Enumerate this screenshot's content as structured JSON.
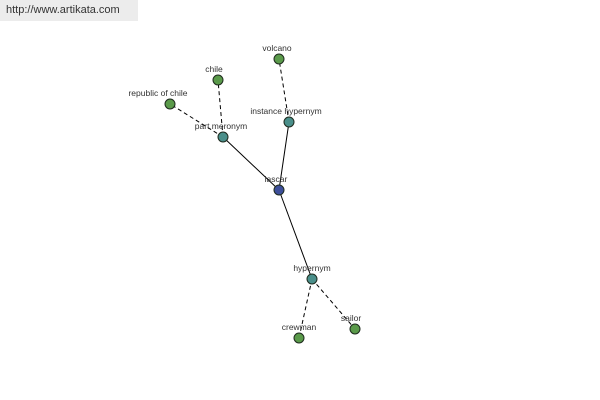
{
  "header": {
    "url": "http://www.artikata.com"
  },
  "colors": {
    "center_node": "#3d4f9a",
    "relation_node": "#4a8f8a",
    "leaf_node": "#5a9a4a"
  },
  "graph": {
    "nodes": {
      "lascar": {
        "label": "lascar",
        "kind": "center"
      },
      "part_meronym": {
        "label": "part meronym",
        "kind": "relation"
      },
      "instance_hypernym": {
        "label": "instance hypernym",
        "kind": "relation"
      },
      "hypernym": {
        "label": "hypernym",
        "kind": "relation"
      },
      "chile": {
        "label": "chile",
        "kind": "leaf"
      },
      "republic_of_chile": {
        "label": "republic of chile",
        "kind": "leaf"
      },
      "volcano": {
        "label": "volcano",
        "kind": "leaf"
      },
      "crewman": {
        "label": "crewman",
        "kind": "leaf"
      },
      "sailor": {
        "label": "sailor",
        "kind": "leaf"
      }
    },
    "edges": [
      {
        "from": "lascar",
        "to": "part_meronym",
        "style": "solid"
      },
      {
        "from": "lascar",
        "to": "instance_hypernym",
        "style": "solid"
      },
      {
        "from": "lascar",
        "to": "hypernym",
        "style": "solid"
      },
      {
        "from": "part_meronym",
        "to": "chile",
        "style": "dashed"
      },
      {
        "from": "part_meronym",
        "to": "republic_of_chile",
        "style": "dashed"
      },
      {
        "from": "instance_hypernym",
        "to": "volcano",
        "style": "dashed"
      },
      {
        "from": "hypernym",
        "to": "crewman",
        "style": "dashed"
      },
      {
        "from": "hypernym",
        "to": "sailor",
        "style": "dashed"
      }
    ]
  }
}
